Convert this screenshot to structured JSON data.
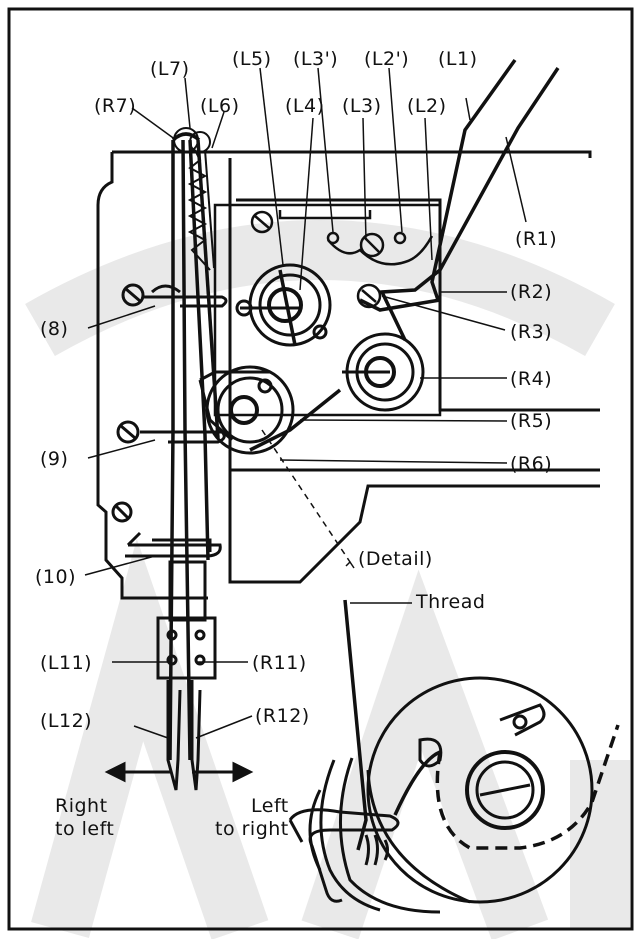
{
  "colors": {
    "ink": "#111111",
    "paper": "#ffffff",
    "watermark": "#e9e9e9"
  },
  "labels": {
    "L1": "(L1)",
    "L2": "(L2)",
    "L2p": "(L2')",
    "L3": "(L3)",
    "L3p": "(L3')",
    "L4": "(L4)",
    "L5": "(L5)",
    "L6": "(L6)",
    "L7": "(L7)",
    "R7": "(R7)",
    "R1": "(R1)",
    "R2": "(R2)",
    "R3": "(R3)",
    "R4": "(R4)",
    "R5": "(R5)",
    "R6": "(R6)",
    "n8": "(8)",
    "n9": "(9)",
    "n10": "(10)",
    "L11": "(L11)",
    "R11": "(R11)",
    "L12": "(L12)",
    "R12": "(R12)",
    "detail": "(Detail)",
    "thread": "Thread"
  },
  "directions": {
    "left_needle": [
      "Right",
      "to left"
    ],
    "right_needle": [
      "Left",
      "to right"
    ]
  }
}
